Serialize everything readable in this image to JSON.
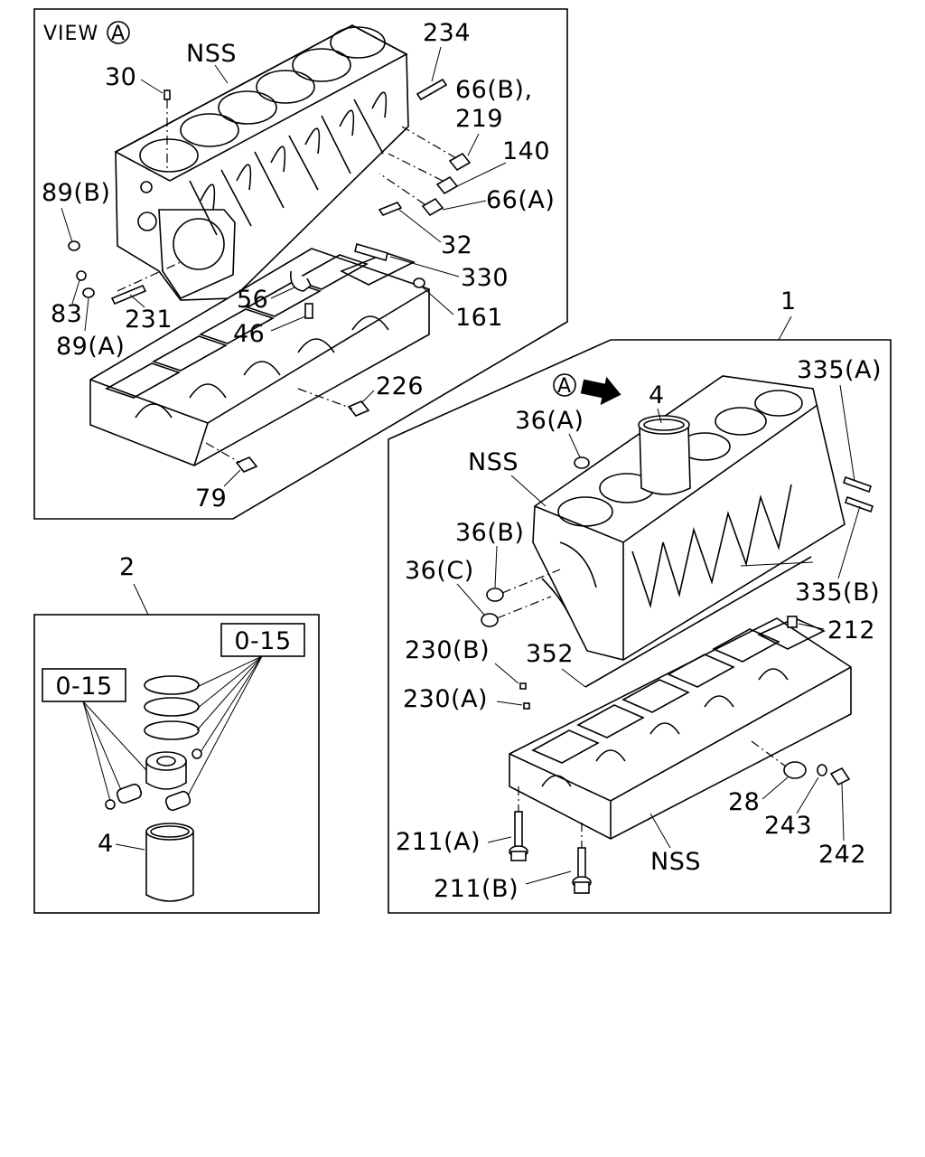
{
  "panel_view_a": {
    "title": "VIEW",
    "title_marker": "A",
    "labels": {
      "nss": "NSS",
      "p234": "234",
      "p30": "30",
      "p66b_219_a": "66(B),",
      "p66b_219_b": "219",
      "p140": "140",
      "p89b": "89(B)",
      "p66a": "66(A)",
      "p32": "32",
      "p330": "330",
      "p56": "56",
      "p83": "83",
      "p161": "161",
      "p231": "231",
      "p46": "46",
      "p89a": "89(A)",
      "p226": "226",
      "p79": "79"
    }
  },
  "panel_piston": {
    "callout": "2",
    "labels": {
      "kit_right": "0-15",
      "kit_left": "0-15",
      "p4": "4"
    }
  },
  "panel_block": {
    "callout": "1",
    "view_marker": "A",
    "labels": {
      "p4": "4",
      "p335a": "335(A)",
      "p36a": "36(A)",
      "nss_top": "NSS",
      "p36b": "36(B)",
      "p36c": "36(C)",
      "p335b": "335(B)",
      "p212": "212",
      "p230b": "230(B)",
      "p352": "352",
      "p230a": "230(A)",
      "p28": "28",
      "p243": "243",
      "p211a": "211(A)",
      "p242": "242",
      "nss_bottom": "NSS",
      "p211b": "211(B)"
    }
  }
}
